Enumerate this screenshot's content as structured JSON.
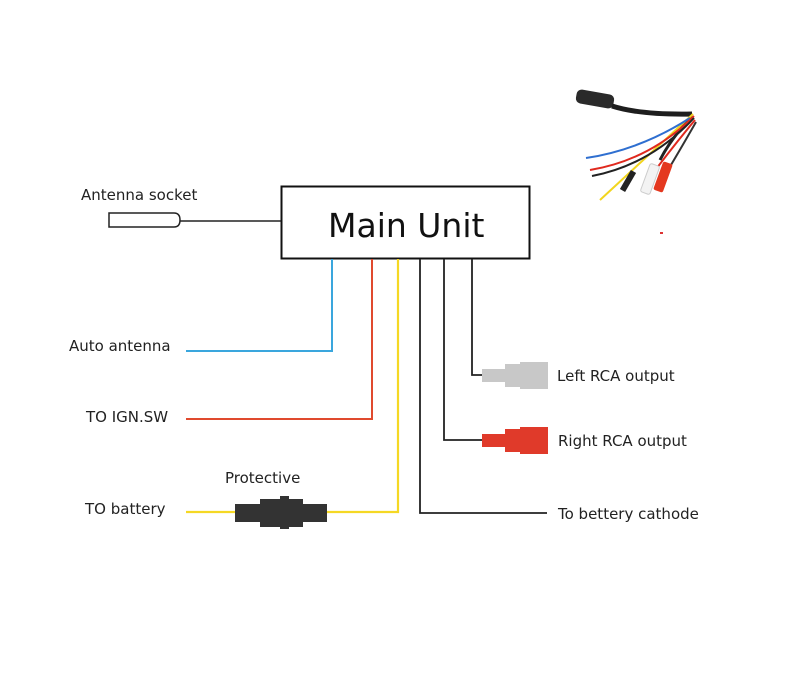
{
  "diagram": {
    "main_unit": {
      "label": "Main Unit"
    },
    "labels": {
      "antenna_socket": "Antenna socket",
      "auto_antenna": "Auto antenna",
      "ign_sw": "TO IGN.SW",
      "battery": "TO battery",
      "protective": "Protective",
      "left_rca": "Left RCA output",
      "right_rca": "Right RCA output",
      "battery_cathode": "To bettery cathode"
    },
    "wires": [
      {
        "name": "antenna-socket-wire",
        "color": "#222222"
      },
      {
        "name": "auto-antenna-wire",
        "color": "#3aa6dd"
      },
      {
        "name": "ign-sw-wire",
        "color": "#e04a2e"
      },
      {
        "name": "battery-wire",
        "color": "#f5d824"
      },
      {
        "name": "battery-cathode-wire",
        "color": "#222222"
      },
      {
        "name": "right-rca-wire",
        "color": "#222222"
      },
      {
        "name": "left-rca-wire",
        "color": "#222222"
      }
    ],
    "connectors": {
      "left_rca_color": "#c8c8c8",
      "right_rca_color": "#e03a2a",
      "fuse_color": "#333333"
    },
    "photo": {
      "description": "wiring harness photo"
    }
  }
}
